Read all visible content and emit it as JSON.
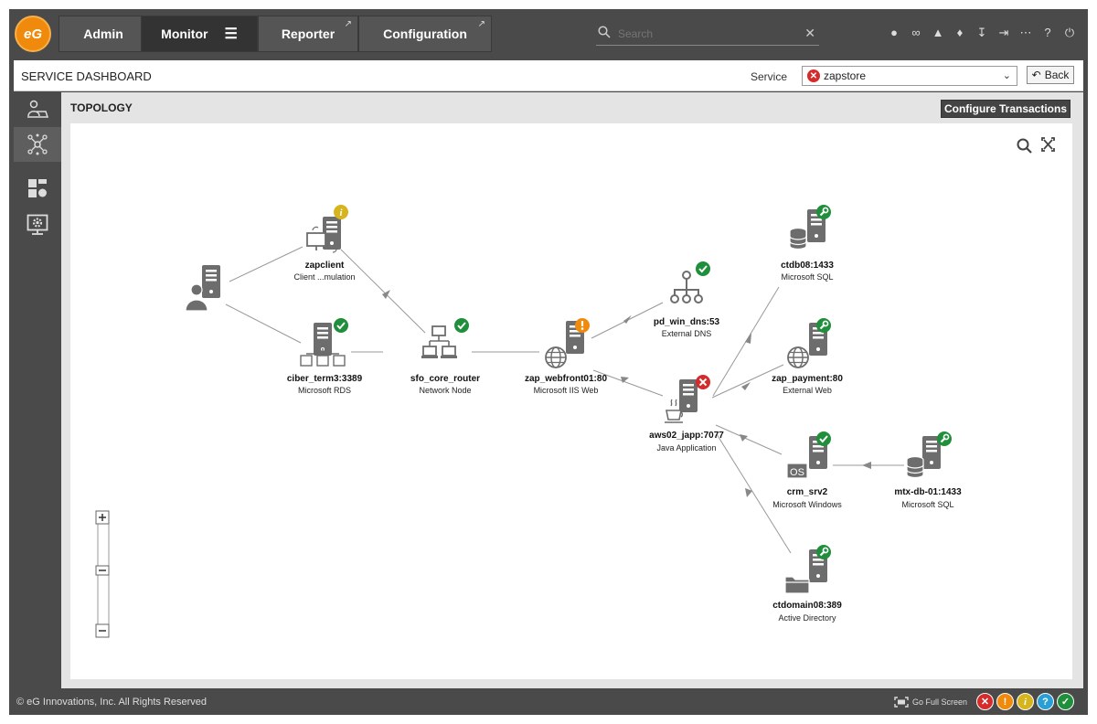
{
  "nav": {
    "logo_text": "eG",
    "tabs": [
      {
        "label": "Admin"
      },
      {
        "label": "Monitor"
      },
      {
        "label": "Reporter"
      },
      {
        "label": "Configuration"
      }
    ],
    "search_placeholder": "Search"
  },
  "header": {
    "title": "SERVICE DASHBOARD",
    "service_label": "Service",
    "service_value": "zapstore",
    "back_label": "Back"
  },
  "topology": {
    "title": "TOPOLOGY",
    "configure_label": "Configure Transactions",
    "nodes": [
      {
        "id": "zapclient",
        "name": "zapclient",
        "type": "Client ...mulation",
        "status": "info",
        "icon": "client-emulation-icon"
      },
      {
        "id": "user",
        "name": "",
        "type": "",
        "status": "none",
        "icon": "user-server-icon"
      },
      {
        "id": "ciber_term",
        "name": "ciber_term3:3389",
        "type": "Microsoft RDS",
        "status": "ok",
        "icon": "rds-server-icon"
      },
      {
        "id": "router",
        "name": "sfo_core_router",
        "type": "Network Node",
        "status": "ok",
        "icon": "network-router-icon"
      },
      {
        "id": "webfront",
        "name": "zap_webfront01:80",
        "type": "Microsoft IIS Web",
        "status": "warning",
        "icon": "web-server-icon"
      },
      {
        "id": "dns",
        "name": "pd_win_dns:53",
        "type": "External DNS",
        "status": "ok",
        "icon": "dns-icon"
      },
      {
        "id": "ctdb",
        "name": "ctdb08:1433",
        "type": "Microsoft SQL",
        "status": "maintenance",
        "icon": "sql-server-icon"
      },
      {
        "id": "payment",
        "name": "zap_payment:80",
        "type": "External Web",
        "status": "maintenance",
        "icon": "web-server-icon"
      },
      {
        "id": "japp",
        "name": "aws02_japp:7077",
        "type": "Java Application",
        "status": "critical",
        "icon": "java-server-icon"
      },
      {
        "id": "crm",
        "name": "crm_srv2",
        "type": "Microsoft Windows",
        "status": "ok",
        "icon": "os-server-icon"
      },
      {
        "id": "mtx",
        "name": "mtx-db-01:1433",
        "type": "Microsoft SQL",
        "status": "maintenance",
        "icon": "sql-server-icon"
      },
      {
        "id": "ctdomain",
        "name": "ctdomain08:389",
        "type": "Active Directory",
        "status": "maintenance",
        "icon": "directory-server-icon"
      }
    ]
  },
  "colors": {
    "ok": "#1f8f3c",
    "warning": "#f08a0c",
    "critical": "#d42b2b",
    "info": "#d6b41e",
    "unknown": "#2a9fd6",
    "icon_gray": "#6d6d6d"
  },
  "footer": {
    "copyright": "© eG Innovations, Inc. All Rights Reserved",
    "fullscreen_label": "Go Full Screen"
  }
}
